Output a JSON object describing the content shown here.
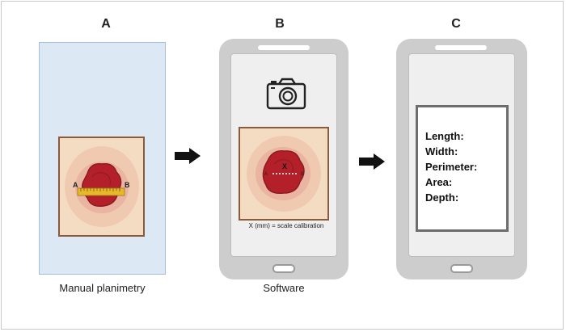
{
  "panels": [
    {
      "letter": "A",
      "caption": "Manual planimetry"
    },
    {
      "letter": "B",
      "caption": "Software"
    },
    {
      "letter": "C",
      "caption": ""
    }
  ],
  "wound_labels": {
    "point_a": "A",
    "point_b": "B",
    "marker_x": "X"
  },
  "calibration_text": "X (mm) = scale calibration",
  "result_fields": [
    "Length:",
    "Width:",
    "Perimeter:",
    "Area:",
    "Depth:"
  ],
  "colors": {
    "panel_a_bg": "#dde8f5",
    "wound": "#b3202a",
    "card": "#f4dcc2",
    "card_border": "#8a5a3a",
    "phone": "#cdcdcd",
    "ruler": "#e6b82c"
  }
}
